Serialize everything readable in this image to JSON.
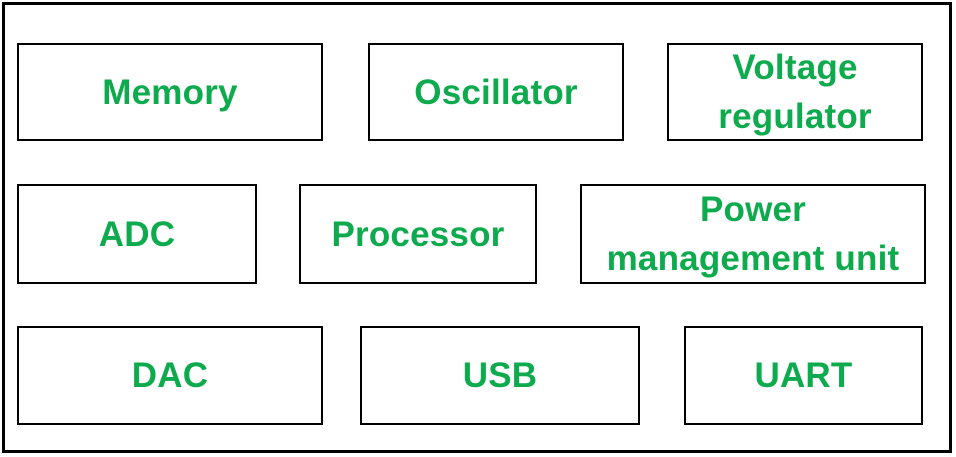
{
  "diagram": {
    "label_color": "#0eaa4e",
    "border_color": "#000000",
    "rows": [
      {
        "blocks": [
          {
            "label": "Memory"
          },
          {
            "label": "Oscillator"
          },
          {
            "label": "Voltage\nregulator"
          }
        ]
      },
      {
        "blocks": [
          {
            "label": "ADC"
          },
          {
            "label": "Processor"
          },
          {
            "label": "Power\nmanagement unit"
          }
        ]
      },
      {
        "blocks": [
          {
            "label": "DAC"
          },
          {
            "label": "USB"
          },
          {
            "label": "UART"
          }
        ]
      }
    ]
  }
}
